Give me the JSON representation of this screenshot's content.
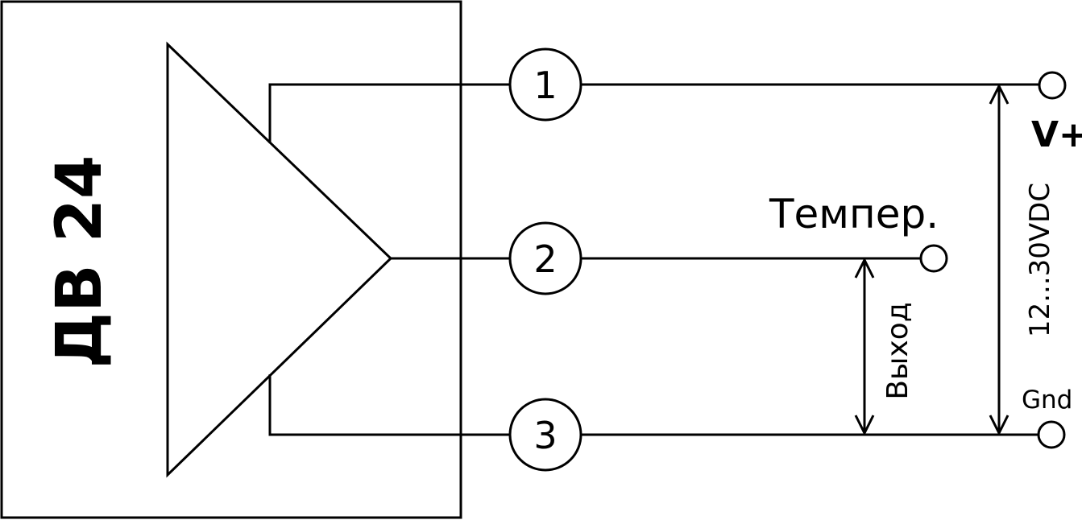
{
  "device": {
    "label": "ДВ 24"
  },
  "pins": [
    "1",
    "2",
    "3"
  ],
  "signals": {
    "vplus": "V+",
    "gnd": "Gnd",
    "temp": "Темпер.",
    "output": "Выход",
    "supply": "12...30VDC"
  }
}
